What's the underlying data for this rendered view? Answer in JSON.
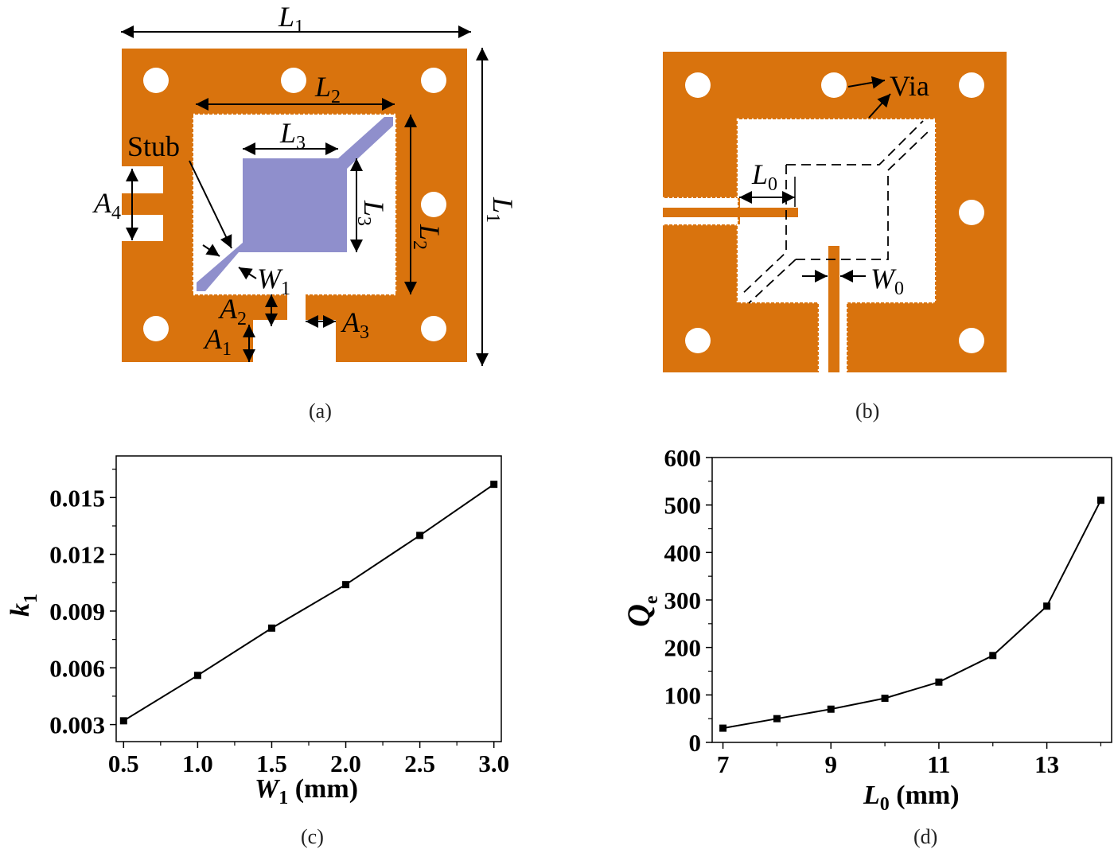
{
  "panels": {
    "a": {
      "caption": "(a)",
      "labels": {
        "L1_top": {
          "main": "L",
          "sub": "1"
        },
        "L1_right": {
          "main": "L",
          "sub": "1"
        },
        "L2_top": {
          "main": "L",
          "sub": "2"
        },
        "L2_right": {
          "main": "L",
          "sub": "2"
        },
        "L3_top": {
          "main": "L",
          "sub": "3"
        },
        "L3_right": {
          "main": "L",
          "sub": "3"
        },
        "A1": {
          "main": "A",
          "sub": "1"
        },
        "A2": {
          "main": "A",
          "sub": "2"
        },
        "A3": {
          "main": "A",
          "sub": "3"
        },
        "A4": {
          "main": "A",
          "sub": "4"
        },
        "W1": {
          "main": "W",
          "sub": "1"
        },
        "stub": "Stub"
      },
      "colors": {
        "copper": "#d9730d",
        "patch": "#8f8fcc"
      }
    },
    "b": {
      "caption": "(b)",
      "labels": {
        "via": "Via",
        "L0": {
          "main": "L",
          "sub": "0"
        },
        "W0": {
          "main": "W",
          "sub": "0"
        }
      }
    },
    "c": {
      "caption": "(c)",
      "xlabel": {
        "main": "W",
        "sub": "1",
        "unit": " (mm)"
      },
      "ylabel": {
        "main": "k",
        "sub": "1"
      }
    },
    "d": {
      "caption": "(d)",
      "xlabel": {
        "main": "L",
        "sub": "0",
        "unit": " (mm)"
      },
      "ylabel": {
        "main": "Q",
        "sub": "e"
      }
    }
  },
  "chart_data": [
    {
      "type": "line",
      "panel": "c",
      "x": [
        0.5,
        1.0,
        1.5,
        2.0,
        2.5,
        3.0
      ],
      "series": [
        {
          "values": [
            0.0032,
            0.0056,
            0.0081,
            0.0104,
            0.013,
            0.0157
          ]
        }
      ],
      "xlabel": "W1 (mm)",
      "ylabel": "k1",
      "xlim": [
        0.45,
        3.05
      ],
      "ylim": [
        0.0021,
        0.0172
      ],
      "xticks": [
        "0.5",
        "1.0",
        "1.5",
        "2.0",
        "2.5",
        "3.0"
      ],
      "yticks": [
        "0.003",
        "0.006",
        "0.009",
        "0.012",
        "0.015"
      ],
      "grid": false,
      "marker": "square"
    },
    {
      "type": "line",
      "panel": "d",
      "x": [
        7,
        8,
        9,
        10,
        11,
        12,
        13,
        14
      ],
      "series": [
        {
          "values": [
            30,
            50,
            70,
            93,
            127,
            183,
            287,
            510
          ]
        }
      ],
      "xlabel": "L0 (mm)",
      "ylabel": "Qe",
      "xlim": [
        6.8,
        14.2
      ],
      "ylim": [
        0,
        600
      ],
      "xticks": [
        "7",
        "9",
        "11",
        "13"
      ],
      "yticks": [
        "0",
        "100",
        "200",
        "300",
        "400",
        "500",
        "600"
      ],
      "grid": false,
      "marker": "square"
    }
  ]
}
